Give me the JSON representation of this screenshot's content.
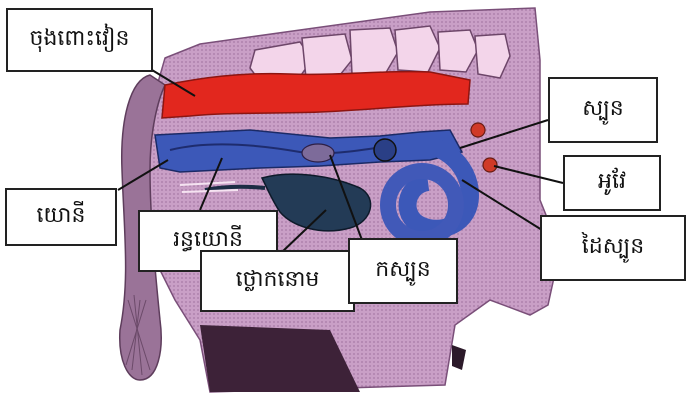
{
  "colors": {
    "background": "#ffffff",
    "body_tissue": "#c79cc4",
    "body_tissue_dark": "#a97aa8",
    "rectum": "#e3281f",
    "reproductive_tract": "#3b56b5",
    "bladder": "#223a55",
    "ovary": "#d23a2a",
    "spine": "#f2d4e8",
    "leader_line": "#111111"
  },
  "icons": [
    "spine-icon",
    "rectum-icon",
    "vagina-icon",
    "uterus-icon",
    "ovary-icon",
    "bladder-icon"
  ],
  "labels": {
    "rectum": "ចុងពោះវៀន",
    "vagina": "យោនី",
    "vulva": "រន្ធយោនី",
    "bladder": "ថ្លោកនោម",
    "cervix": "កស្បូន",
    "uterus": "ស្បូន",
    "ovary": "អូវែ",
    "uterine_horn": "ដៃស្បូន"
  }
}
